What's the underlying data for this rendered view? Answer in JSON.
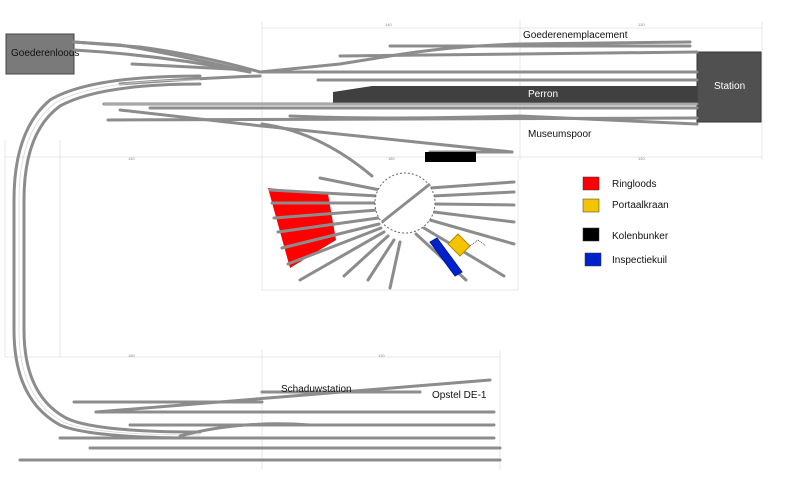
{
  "labels": {
    "goederenloods": "Goederenloods",
    "goederenemplacement": "Goederenemplacement",
    "station": "Station",
    "perron": "Perron",
    "museumspoor": "Museumspoor",
    "schaduwstation": "Schaduwstation",
    "opstel": "Opstel DE-1"
  },
  "legend": [
    {
      "label": "Ringloods",
      "color": "#ff0000"
    },
    {
      "label": "Portaalkraan",
      "color": "#f5c400"
    },
    {
      "label": "Kolenbunker",
      "color": "#000000"
    },
    {
      "label": "Inspectiekuil",
      "color": "#0022cc"
    }
  ],
  "dimensions": {
    "top_a": "140",
    "top_b": "130",
    "mid_a": "140",
    "mid_b": "180",
    "mid_c": "120",
    "bot_a": "180",
    "bot_b": "130"
  },
  "colors": {
    "track": "#8c8c8c",
    "building": "#505050",
    "perron": "#404040",
    "ringloods": "#ff0000",
    "portaalkraan": "#f5c400",
    "kolenbunker": "#000000",
    "inspectiekuil": "#0022cc"
  }
}
